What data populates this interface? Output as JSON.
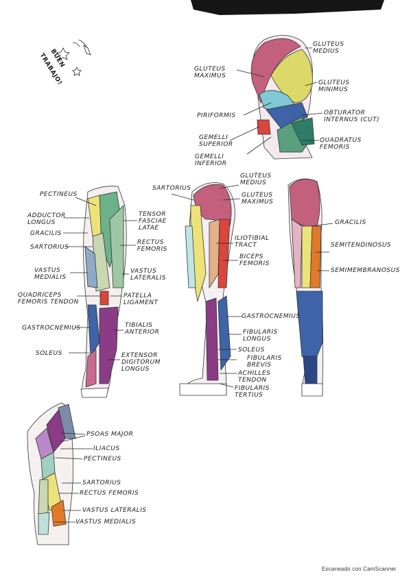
{
  "stamp": {
    "line1": "BUEN",
    "line2": "TRABAJO!"
  },
  "hip": {
    "gluteus_medius": "GLUTEUS\nMEDIUS",
    "gluteus_maximus": "GLUTEUS\nMAXIMUS",
    "gluteus_minimus": "GLUTEUS\nMINIMUS",
    "piriformis": "PIRIFORMIS",
    "obturator_internus": "OBTURATOR\nINTERNUS (cut)",
    "gemelli_superior": "GEMELLI\nSUPERIOR",
    "quadratus_femoris": "QUADRATUS\nFEMORIS",
    "gemelli_inferior": "GEMELLI\nINFERIOR"
  },
  "anterior_leg": {
    "pectineus": "PECTINEUS",
    "adductor_longus": "ADDUCTOR\nLONGUS",
    "gracilis": "GRACILIS",
    "sartorius": "SARTORIUS",
    "vastus_medialis": "VASTUS\nMEDIALIS",
    "quadriceps_tendon": "QUADRICEPS\nFEMORIS TENDON",
    "gastrocnemius": "GASTROCNEMIUS",
    "soleus": "SOLEUS",
    "tensor_fasciae_latae": "TENSOR\nFASCIAE\nLATAE",
    "rectus_femoris": "RECTUS\nFEMORIS",
    "vastus_lateralis": "VASTUS\nLATERALIS",
    "patella_ligament": "PATELLA\nLIGAMENT",
    "tibialis_anterior": "TIBIALIS\nANTERIOR",
    "extensor_digitorum_longus": "EXTENSOR\nDIGITORUM\nLONGUS"
  },
  "lateral_leg": {
    "sartorius": "SARTORIUS",
    "gluteus_medius": "GLUTEUS\nMEDIUS",
    "gluteus_maximus": "GLUTEUS\nMAXIMUS",
    "iliotibial_tract": "ILIOTIBIAL\nTRACT",
    "biceps_femoris": "BICEPS\nFEMORIS",
    "gastrocnemius": "GASTROCNEMIUS",
    "fibularis_longus": "FIBULARIS\nLONGUS",
    "soleus": "SOLEUS",
    "fibularis_brevis": "FIBULARIS\nBREVIS",
    "achilles_tendon": "ACHILLES\nTENDON",
    "fibularis_tertius": "FIBULARIS\nTERTIUS"
  },
  "posterior_leg": {
    "gracilis": "GRACILIS",
    "semitendinosus": "SEMITENDINOSUS",
    "semimembranosus": "SEMIMEMBRANOSUS"
  },
  "thigh": {
    "psoas_major": "PSOAS MAJOR",
    "iliacus": "ILIACUS",
    "pectineus": "PECTINEUS",
    "sartorius": "SARTORIUS",
    "rectus_femoris": "RECTUS FEMORIS",
    "vastus_lateralis": "VASTUS LATERALIS",
    "vastus_medialis": "VASTUS MEDIALIS"
  },
  "footer": {
    "scanner": "Escaneado con CamScanner"
  },
  "colors": {
    "gluteus_max": "#c2607e",
    "gluteus_med": "#e3b7c2",
    "gluteus_min": "#dcd86a",
    "teal": "#6cc3c0",
    "blue": "#3f63a8",
    "red": "#d9463c",
    "purple": "#8a3c86",
    "green": "#6bb28a",
    "orange": "#e07a2a",
    "yellow": "#ece27a"
  }
}
